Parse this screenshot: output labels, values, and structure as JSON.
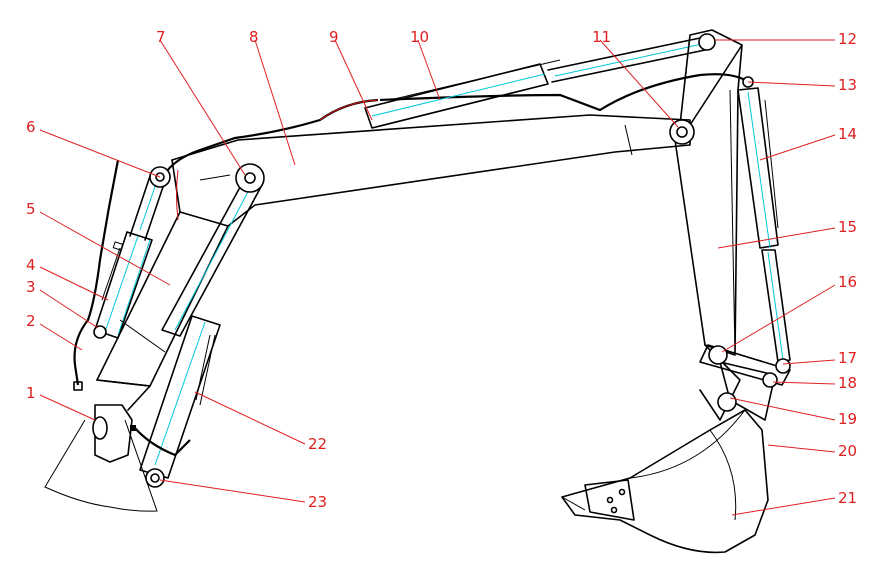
{
  "labels": [
    "1",
    "2",
    "3",
    "4",
    "5",
    "6",
    "7",
    "8",
    "9",
    "10",
    "11",
    "12",
    "13",
    "14",
    "15",
    "16",
    "17",
    "18",
    "19",
    "20",
    "21",
    "22",
    "23"
  ],
  "colors": {
    "label": "#e02020",
    "line": "#000000",
    "hydraulic_line": "#00c8d8",
    "hose_accent": "#d01010"
  }
}
